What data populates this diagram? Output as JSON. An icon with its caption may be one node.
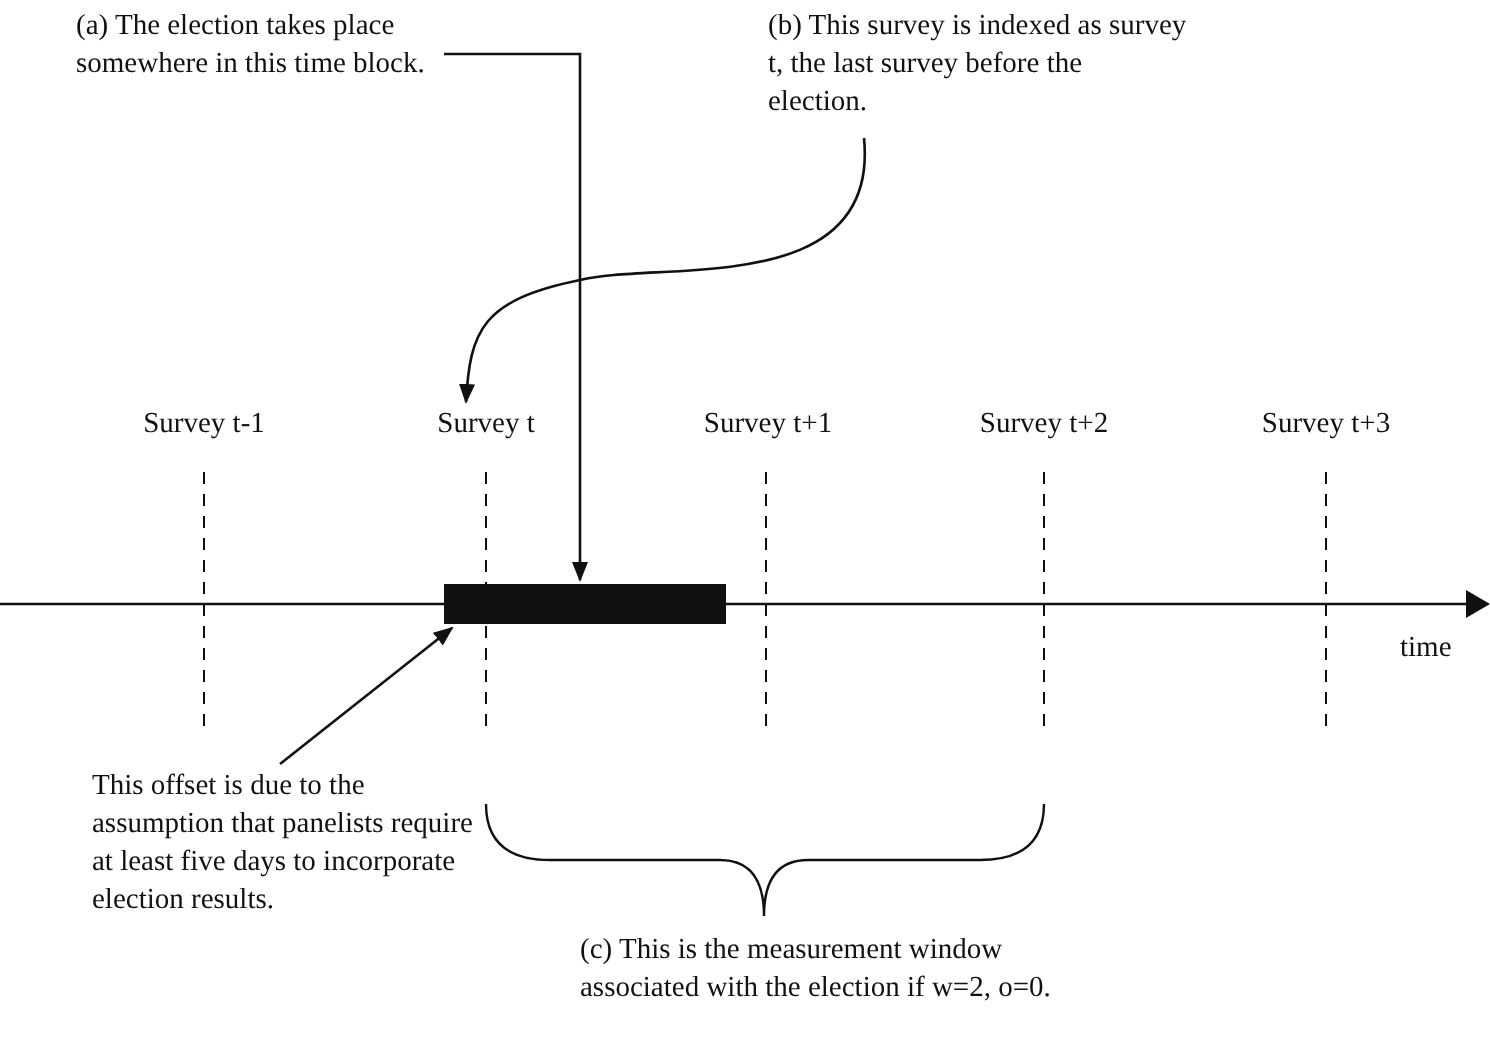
{
  "diagram": {
    "nodes": [
      {
        "text": [
          "(a) The election takes place somewhere in this time block."
        ]
      },
      {
        "text": [
          "(b) This survey is indexed as survey t, the last survey before the election."
        ]
      },
      {
        "text": [],
        "shape": "bar"
      },
      {
        "text": [
          "Survey t"
        ]
      },
      {
        "text": [
          "This offset is due to the assumption that panelists require at least five days to incorporate election results."
        ]
      }
    ],
    "edges": [
      {
        "from": 0,
        "to": 2,
        "arrow": "to"
      },
      {
        "from": 1,
        "to": 3,
        "arrow": "to"
      },
      {
        "from": 4,
        "to": 2,
        "arrow": "to"
      }
    ],
    "labels": [
      "Survey t-1",
      "Survey t+1",
      "Survey t+2",
      "Survey t+3",
      "time",
      "(c) This is the measurement window associated with the election if w=2, o=0."
    ]
  }
}
